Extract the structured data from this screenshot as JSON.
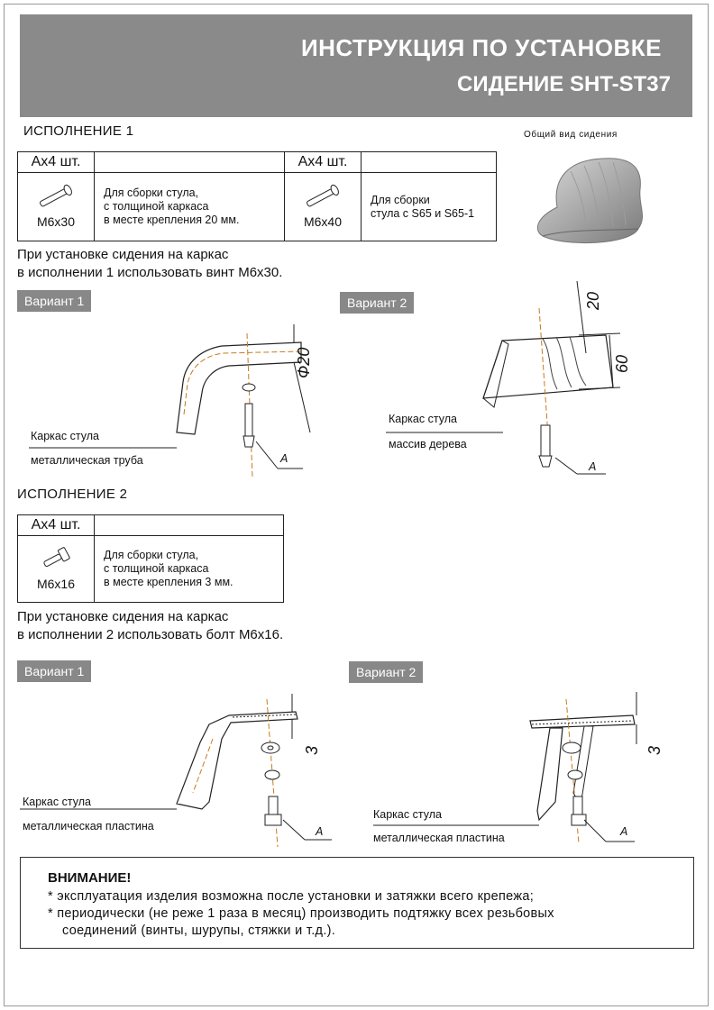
{
  "header": {
    "title": "ИНСТРУКЦИЯ ПО УСТАНОВКЕ",
    "subtitle": "СИДЕНИЕ SHT-ST37"
  },
  "overview_caption": "Общий вид сидения",
  "version1": {
    "heading": "ИСПОЛНЕНИЕ 1",
    "items": [
      {
        "qty": "Ах4 шт.",
        "size": "М6х30",
        "description": "Для сборки стула, с толщиной каркаса в месте крепления 20 мм.",
        "desc_lines": [
          "Для сборки стула,",
          "с толщиной каркаса",
          "в месте крепления 20 мм."
        ]
      },
      {
        "qty": "Ах4 шт.",
        "size": "М6х40",
        "desc_lines": [
          "Для сборки",
          "стула с S65 и S65-1"
        ]
      }
    ],
    "note_lines": [
      "При установке сидения на каркас",
      "в исполнении 1 использовать винт М6х30."
    ],
    "variant1": {
      "label": "Вариант 1",
      "frame": "Каркас стула",
      "material": "металлическая труба",
      "dim": "Ф20",
      "point": "A"
    },
    "variant2": {
      "label": "Вариант 2",
      "frame": "Каркас стула",
      "material": "массив дерева",
      "dim_top": "20",
      "dim_side": "60",
      "point": "A"
    }
  },
  "version2": {
    "heading": "ИСПОЛНЕНИЕ 2",
    "items": [
      {
        "qty": "Ах4 шт.",
        "size": "М6х16",
        "desc_lines": [
          "Для сборки стула,",
          "с толщиной каркаса",
          "в месте крепления 3 мм."
        ]
      }
    ],
    "note_lines": [
      "При установке сидения на каркас",
      "в исполнении 2 использовать болт М6х16."
    ],
    "variant1": {
      "label": "Вариант 1",
      "frame": "Каркас стула",
      "material": "металлическая пластина",
      "dim": "3",
      "point": "A"
    },
    "variant2": {
      "label": "Вариант 2",
      "frame": "Каркас стула",
      "material": "металлическая пластина",
      "dim": "3",
      "point": "A"
    }
  },
  "warning": {
    "title": "ВНИМАНИЕ!",
    "lines": [
      "* эксплуатация изделия возможна после установки и затяжки всего крепежа;",
      "* периодически (не реже 1 раза в месяц) производить подтяжку всех резьбовых",
      "   соединений (винты, шурупы, стяжки и т.д.)."
    ]
  }
}
